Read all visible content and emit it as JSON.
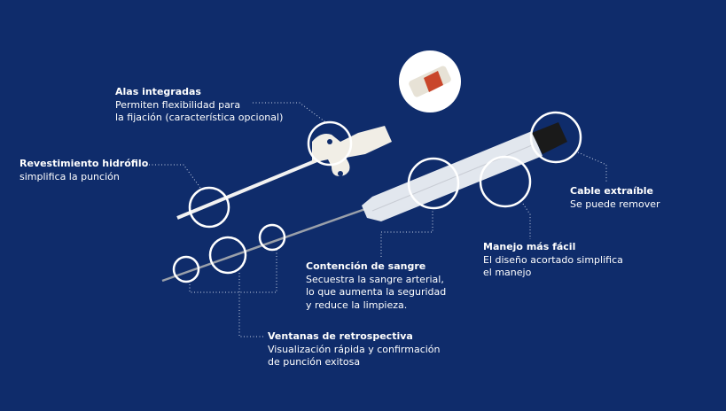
{
  "callouts": {
    "alas": {
      "title": "Alas integradas",
      "lines": [
        "Permiten flexibilidad para",
        "la fijación (característica opcional)"
      ]
    },
    "revestimiento": {
      "title": "Revestimiento hidrófilo",
      "lines": [
        "simplifica la punción"
      ]
    },
    "cable": {
      "title": "Cable extraíble",
      "lines": [
        "Se puede remover"
      ]
    },
    "manejo": {
      "title": "Manejo más fácil",
      "lines": [
        "El diseño acortado simplifica",
        "el manejo"
      ]
    },
    "contencion": {
      "title": "Contención de sangre",
      "lines": [
        "Secuestra la sangre arterial,",
        "lo que aumenta la seguridad",
        "y reduce la limpieza."
      ]
    },
    "ventanas": {
      "title": "Ventanas de retrospectiva",
      "lines": [
        "Visualización rápida y confirmación",
        "de punción exitosa"
      ]
    }
  },
  "colors": {
    "background": "#0f2c6b",
    "text": "#ffffff"
  }
}
